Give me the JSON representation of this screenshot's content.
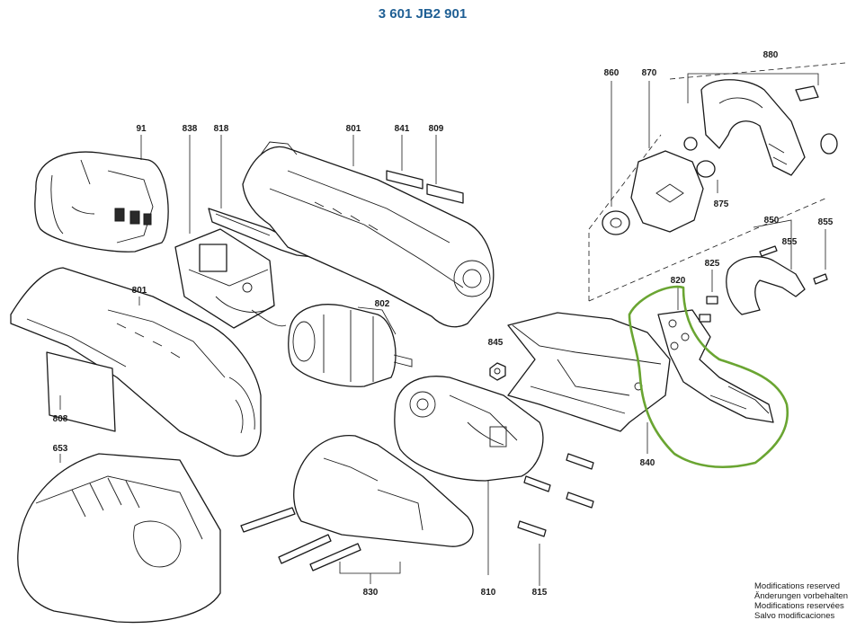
{
  "document_title": "3 601 JB2 901",
  "part_labels": {
    "p91": "91",
    "p838": "838",
    "p818": "818",
    "p801a": "801",
    "p841": "841",
    "p809": "809",
    "p860": "860",
    "p870": "870",
    "p880": "880",
    "p875": "875",
    "p850": "850",
    "p855a": "855",
    "p855b": "855",
    "p825": "825",
    "p820": "820",
    "p801b": "801",
    "p802": "802",
    "p845": "845",
    "p808": "808",
    "p653": "653",
    "p840": "840",
    "p830": "830",
    "p810": "810",
    "p815": "815"
  },
  "notes": [
    "Modifications reserved",
    "Änderungen vorbehalten",
    "Modifications reservées",
    "Salvo modificaciones"
  ],
  "highlight_color": "#6aa532",
  "title_color": "#1f5f94"
}
